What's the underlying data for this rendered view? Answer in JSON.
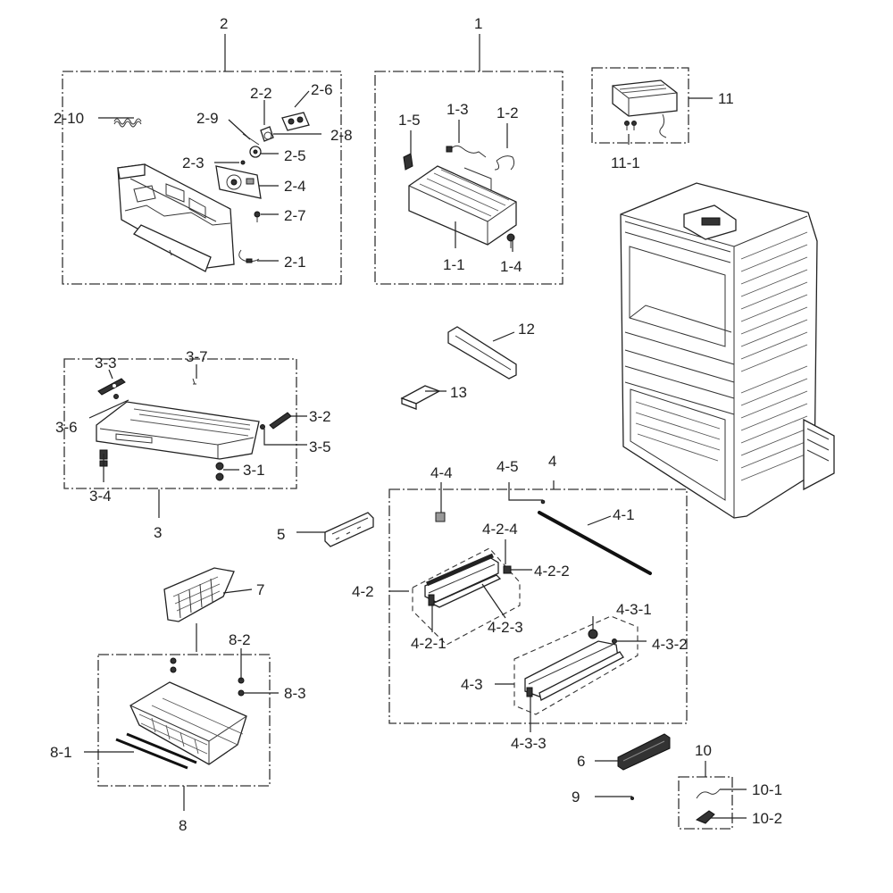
{
  "labels": {
    "g1": "1",
    "l1_1": "1-1",
    "l1_2": "1-2",
    "l1_3": "1-3",
    "l1_4": "1-4",
    "l1_5": "1-5",
    "g2": "2",
    "l2_1": "2-1",
    "l2_2": "2-2",
    "l2_3": "2-3",
    "l2_4": "2-4",
    "l2_5": "2-5",
    "l2_6": "2-6",
    "l2_7": "2-7",
    "l2_8": "2-8",
    "l2_9": "2-9",
    "l2_10": "2-10",
    "g3": "3",
    "l3_1": "3-1",
    "l3_2": "3-2",
    "l3_3": "3-3",
    "l3_4": "3-4",
    "l3_5": "3-5",
    "l3_6": "3-6",
    "l3_7": "3-7",
    "g4": "4",
    "l4_1": "4-1",
    "l4_2": "4-2",
    "l4_2_1": "4-2-1",
    "l4_2_2": "4-2-2",
    "l4_2_3": "4-2-3",
    "l4_2_4": "4-2-4",
    "l4_3": "4-3",
    "l4_3_1": "4-3-1",
    "l4_3_2": "4-3-2",
    "l4_3_3": "4-3-3",
    "l4_4": "4-4",
    "l4_5": "4-5",
    "g5": "5",
    "g6": "6",
    "g7": "7",
    "g8": "8",
    "l8_1": "8-1",
    "l8_2": "8-2",
    "l8_3": "8-3",
    "g9": "9",
    "g10": "10",
    "l10_1": "10-1",
    "l10_2": "10-2",
    "g11": "11",
    "l11_1": "11-1",
    "g12": "12",
    "g13": "13"
  }
}
